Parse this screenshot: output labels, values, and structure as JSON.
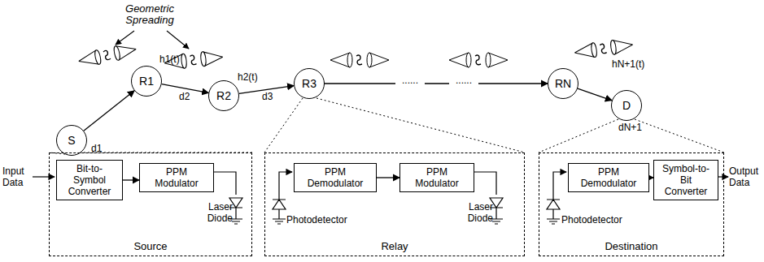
{
  "diagram": {
    "nodes": [
      {
        "text": [
          "S"
        ]
      },
      {
        "text": [
          "R1"
        ]
      },
      {
        "text": [
          "R2"
        ]
      },
      {
        "text": [
          "R3"
        ]
      },
      {
        "text": [
          "RN"
        ]
      },
      {
        "text": [
          "D"
        ]
      },
      {
        "text": [
          "Source"
        ]
      },
      {
        "text": [
          "Bit-to-Symbol Converter"
        ],
        "in": 6
      },
      {
        "text": [
          "PPM Modulator"
        ],
        "in": 6
      },
      {
        "text": [
          "Relay"
        ]
      },
      {
        "text": [
          "PPM Demodulator"
        ],
        "in": 9
      },
      {
        "text": [
          "PPM Modulator"
        ],
        "in": 9
      },
      {
        "text": [
          "Destination"
        ]
      },
      {
        "text": [
          "PPM Demodulator"
        ],
        "in": 12
      },
      {
        "text": [
          "Symbol-to-Bit Converter"
        ],
        "in": 12
      }
    ],
    "edges": [
      {
        "from": 0,
        "to": 1,
        "arrow": "to"
      },
      {
        "from": 1,
        "to": 2,
        "arrow": "to"
      },
      {
        "from": 2,
        "to": 3,
        "arrow": "to"
      },
      {
        "from": 3,
        "to": 4,
        "arrow": "to"
      },
      {
        "from": 4,
        "to": 5,
        "arrow": "to"
      },
      {
        "from": 7,
        "to": 8,
        "arrow": "to"
      },
      {
        "from": 10,
        "to": 11,
        "arrow": "to"
      },
      {
        "from": 13,
        "to": 14,
        "arrow": "to"
      }
    ],
    "labels": [
      "Geometric Spreading",
      "h1(t)",
      "h2(t)",
      "hN+1(t)",
      "d1",
      "d2",
      "d3",
      "dN+1",
      "......",
      "......",
      "Input Data",
      "Output Data",
      "Laser Diode",
      "Photodetector",
      "Laser Diode",
      "Photodetector"
    ]
  }
}
